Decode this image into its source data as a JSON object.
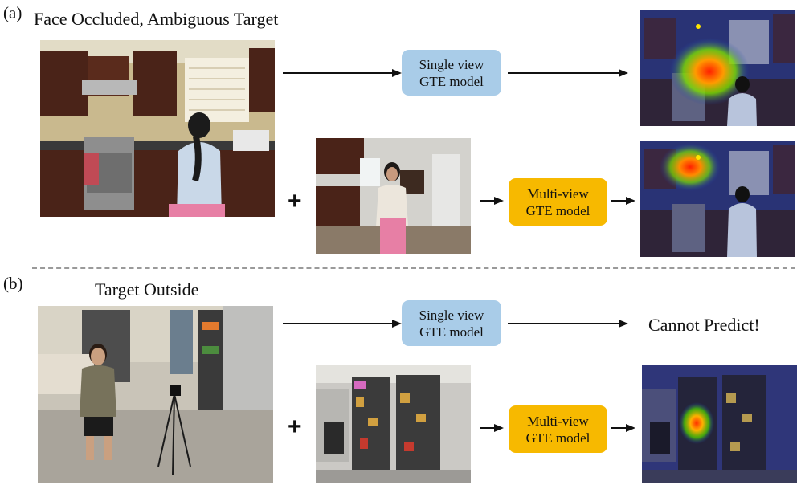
{
  "figure": {
    "panel_a": {
      "tag": "(a)",
      "caption": "Face Occluded, Ambiguous Target",
      "plus_sign": "+",
      "single_box": {
        "line1": "Single view",
        "line2": "GTE model"
      },
      "multi_box": {
        "line1": "Multi-view",
        "line2": "GTE model"
      }
    },
    "panel_b": {
      "tag": "(b)",
      "caption": "Target Outside",
      "plus_sign": "+",
      "single_box": {
        "line1": "Single view",
        "line2": "GTE model"
      },
      "multi_box": {
        "line1": "Multi-view",
        "line2": "GTE model"
      },
      "result_text": "Cannot Predict!"
    }
  },
  "colors": {
    "single_box": "#a9cce8",
    "multi_box": "#f7b900",
    "arrow": "#111111",
    "divider": "#9a9a9a"
  }
}
